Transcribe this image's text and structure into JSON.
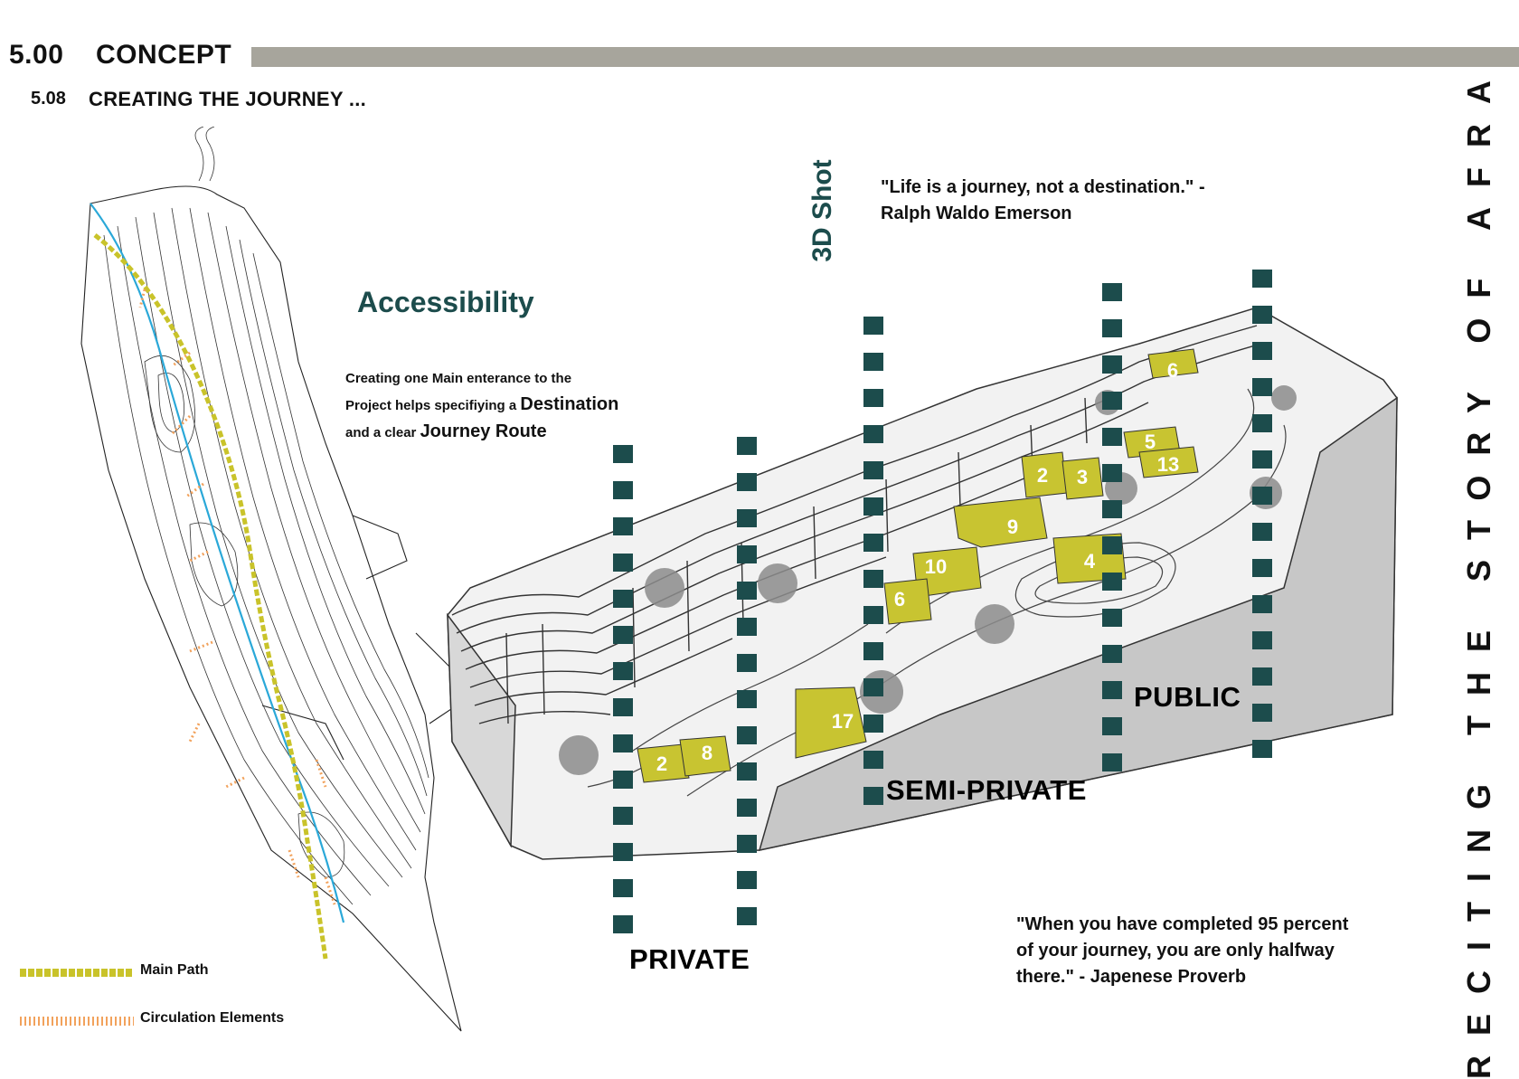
{
  "header": {
    "section_number": "5.00",
    "section_title": "CONCEPT",
    "subsection_number": "5.08",
    "subsection_title": "CREATING THE JOURNEY ..."
  },
  "side_title": "RECITING THE STORY OF AFRA",
  "accessibility": {
    "title": "Accessibility",
    "line1": "Creating one Main enterance to the",
    "line2_prefix": "Project helps specifiying a",
    "line2_emphasis": "Destination",
    "line3_prefix": "and a clear",
    "line3_emphasis": "Journey Route"
  },
  "shot_label": "3D Shot",
  "quote_top": {
    "line1": "\"Life is a journey, not a destination.\" -",
    "line2": "Ralph Waldo Emerson"
  },
  "quote_bottom": {
    "line1": "\"When you have completed 95 percent",
    "line2": "of your journey, you are only halfway",
    "line3": "there.\" - Japenese Proverb"
  },
  "zones": {
    "private": "PRIVATE",
    "semi_private": "SEMI-PRIVATE",
    "public": "PUBLIC"
  },
  "blocks": [
    "6",
    "5",
    "13",
    "2",
    "3",
    "9",
    "4",
    "10",
    "6",
    "17",
    "2",
    "8"
  ],
  "legend": {
    "main_path": "Main Path",
    "circulation": "Circulation Elements"
  },
  "colors": {
    "accent_teal": "#1c4c4c",
    "block_olive": "#c8c431",
    "main_path": "#c9c32a",
    "circulation": "#f2a25c",
    "water": "#2aa8d8",
    "header_bar": "#a7a59c"
  }
}
